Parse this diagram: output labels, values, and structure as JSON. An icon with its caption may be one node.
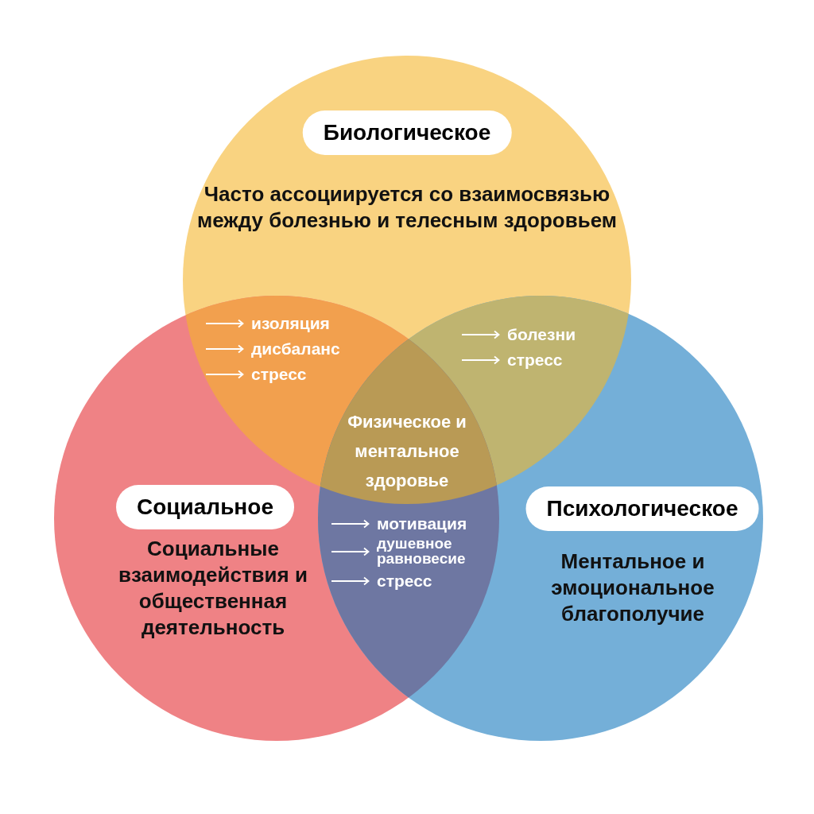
{
  "diagram": {
    "nodes": [
      {
        "text": [
          "Биологическое",
          "Часто ассоциируется со взаимосвязью между болезнью и телесным здоровьем"
        ]
      },
      {
        "text": [
          "Социальное",
          "Социальные взаимодействия и общественная деятельность"
        ]
      },
      {
        "text": [
          "Психологическое",
          "Ментальное и эмоциональное благополучие"
        ]
      }
    ],
    "labels": [
      "изоляция",
      "дисбаланс",
      "стресс",
      "болезни",
      "стресс",
      "Физическое и ментальное здоровье",
      "мотивация",
      "душевное равновесие",
      "стресс"
    ]
  }
}
